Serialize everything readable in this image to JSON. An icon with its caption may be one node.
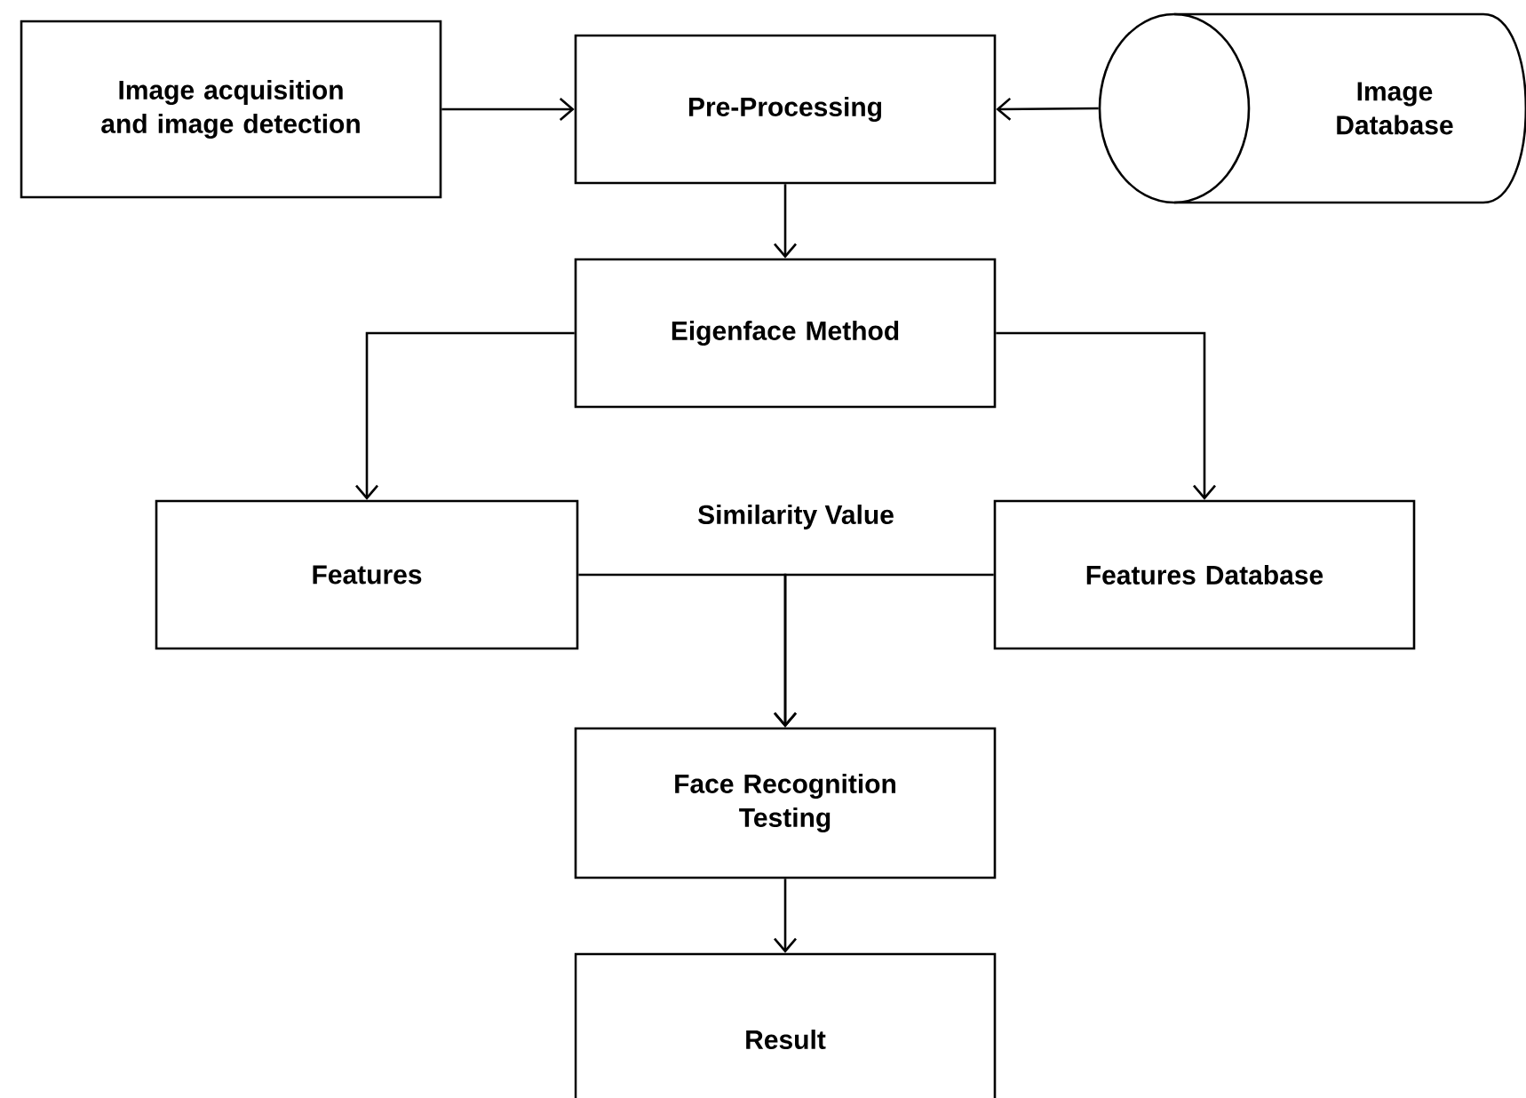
{
  "diagram": {
    "nodes": [
      {
        "text": [
          "Image acquisition and image detection"
        ]
      },
      {
        "text": [
          "Pre-Processing"
        ]
      },
      {
        "text": [
          "Image Database"
        ]
      },
      {
        "text": [
          "Eigenface Method"
        ]
      },
      {
        "text": [
          "Features"
        ]
      },
      {
        "text": [
          "Features Database"
        ]
      },
      {
        "text": [
          "Face Recognition Testing"
        ]
      },
      {
        "text": [
          "Result"
        ]
      }
    ],
    "edges": [
      {
        "from": 0,
        "to": 1,
        "arrow": "to"
      },
      {
        "from": 2,
        "to": 1,
        "arrow": "to"
      },
      {
        "from": 1,
        "to": 3,
        "arrow": "to"
      },
      {
        "from": 3,
        "to": 4,
        "arrow": "to"
      },
      {
        "from": 3,
        "to": 5,
        "arrow": "to"
      },
      {
        "from": 4,
        "to": 6,
        "arrow": "to"
      },
      {
        "from": 5,
        "to": 6,
        "arrow": "to"
      },
      {
        "from": 6,
        "to": 7,
        "arrow": "to"
      }
    ],
    "labels": [
      "Similarity Value"
    ]
  }
}
